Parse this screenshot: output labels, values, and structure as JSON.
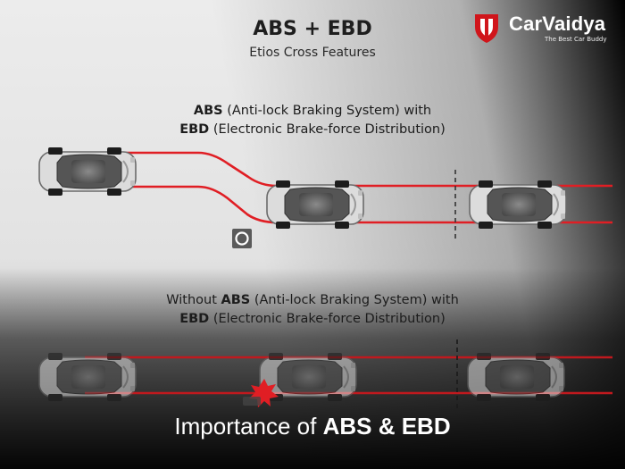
{
  "header": {
    "title": "ABS + EBD",
    "subtitle": "Etios Cross Features"
  },
  "brand": {
    "name": "CarVaidya",
    "tagline": "The Best Car Buddy",
    "accent_color": "#d0151b"
  },
  "scenario_with": {
    "line1_bold": "ABS",
    "line1_rest": " (Anti-lock Braking System) with",
    "line2_bold": "EBD",
    "line2_rest": " (Electronic Brake-force Distribution)"
  },
  "scenario_without": {
    "line1_prefix": "Without ",
    "line1_bold": "ABS",
    "line1_rest": " (Anti-lock Braking System) with",
    "line2_bold": "EBD",
    "line2_rest": " (Electronic Brake-force Distribution)"
  },
  "footer": {
    "prefix": "Importance of ",
    "bold": "ABS &  EBD"
  },
  "colors": {
    "track_red": "#e01e24",
    "car_body": "#d9d9d9",
    "obstacle": "#5a5a5a"
  },
  "icons": [
    "carvaidya-logo-icon",
    "obstacle-icon",
    "crash-icon",
    "car-icon"
  ]
}
